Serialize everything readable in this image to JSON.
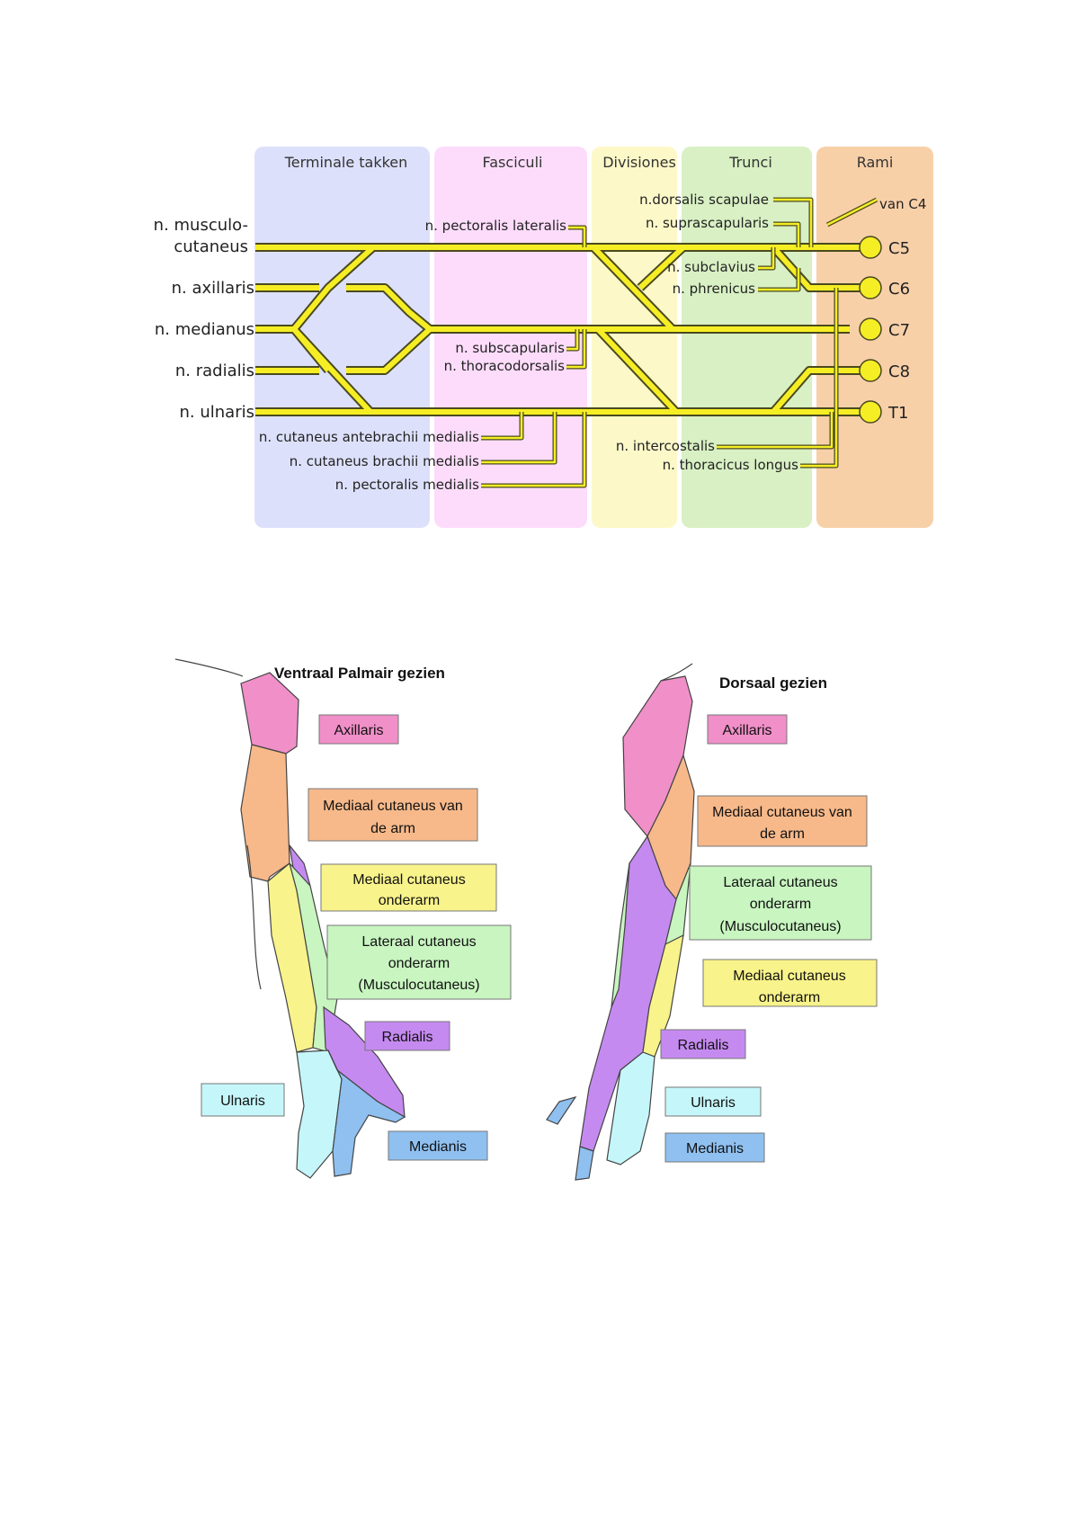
{
  "plexus": {
    "columns": [
      "Terminale takken",
      "Fasciculi",
      "Divisiones",
      "Trunci",
      "Rami"
    ],
    "terminal": [
      "n. musculo-",
      "cutaneus",
      "n. axillaris",
      "n. medianus",
      "n. radialis",
      "n. ulnaris"
    ],
    "roots": [
      "C5",
      "C6",
      "C7",
      "C8",
      "T1"
    ],
    "from_c4": "van C4",
    "branches": {
      "dorsalis_scapulae": "n.dorsalis scapulae",
      "suprascapularis": "n. suprascapularis",
      "pectoralis_lateralis": "n. pectoralis lateralis",
      "subclavius": "n. subclavius",
      "phrenicus": "n. phrenicus",
      "subscapularis": "n. subscapularis",
      "thoracodorsalis": "n. thoracodorsalis",
      "cut_antebrachii_medialis": "n. cutaneus antebrachii medialis",
      "cut_brachii_medialis": "n. cutaneus brachii medialis",
      "pectoralis_medialis": "n. pectoralis medialis",
      "intercostalis": "n. intercostalis",
      "thoracicus_longus": "n. thoracicus longus"
    }
  },
  "arms": {
    "ventral_title": "Ventraal Palmair gezien",
    "dorsal_title": "Dorsaal gezien",
    "ventral_labels": {
      "axillaris": "Axillaris",
      "med_cut_arm_1": "Mediaal cutaneus van",
      "med_cut_arm_2": "de arm",
      "med_cut_onder_1": "Mediaal cutaneus",
      "med_cut_onder_2": "onderarm",
      "lat_cut_1": "Lateraal cutaneus",
      "lat_cut_2": "onderarm",
      "lat_cut_3": "(Musculocutaneus)",
      "radialis": "Radialis",
      "ulnaris": "Ulnaris",
      "medianis": "Medianis"
    },
    "dorsal_labels": {
      "axillaris": "Axillaris",
      "med_cut_arm_1": "Mediaal cutaneus van",
      "med_cut_arm_2": "de arm",
      "lat_cut_1": "Lateraal cutaneus",
      "lat_cut_2": "onderarm",
      "lat_cut_3": "(Musculocutaneus)",
      "med_cut_onder_1": "Mediaal cutaneus",
      "med_cut_onder_2": "onderarm",
      "radialis": "Radialis",
      "ulnaris": "Ulnaris",
      "medianis": "Medianis"
    },
    "colors": {
      "axillaris": "#f08fc8",
      "medial_arm": "#f7b98a",
      "medial_forearm": "#f8f38a",
      "lateral_forearm": "#c8f5c0",
      "radialis": "#c58af0",
      "ulnaris": "#c5f6fa",
      "medianis": "#8fc0f0"
    }
  }
}
